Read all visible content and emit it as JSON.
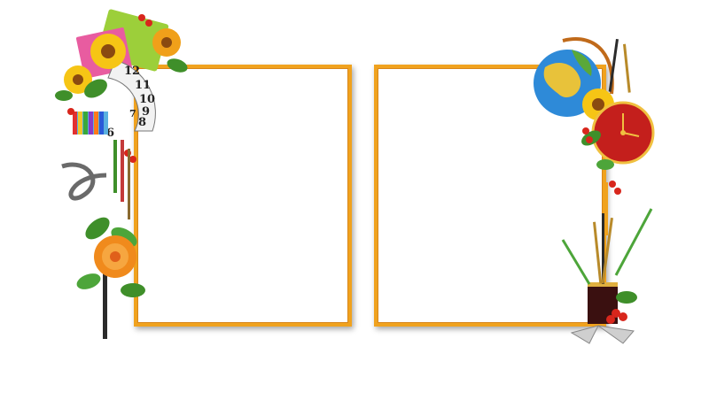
{
  "colors": {
    "frame_orange": "#f0a21e",
    "flower_yellow": "#f6c515",
    "flower_orange": "#f08a1c",
    "leaf_green": "#3f8f2a",
    "berry_red": "#d8261c",
    "clock_red": "#c41f1c",
    "globe_blue": "#2e8ad8",
    "pot_dark": "#3a1010"
  },
  "clock_dial": {
    "numbers": [
      "12",
      "11",
      "10",
      "9",
      "8",
      "7",
      "6"
    ]
  },
  "icons": [
    "sunflower-icon",
    "clock-dial-icon",
    "pencils-icon",
    "ribbon-icon",
    "dahlia-icon",
    "globe-icon",
    "wall-clock-icon",
    "brush-pot-icon"
  ]
}
